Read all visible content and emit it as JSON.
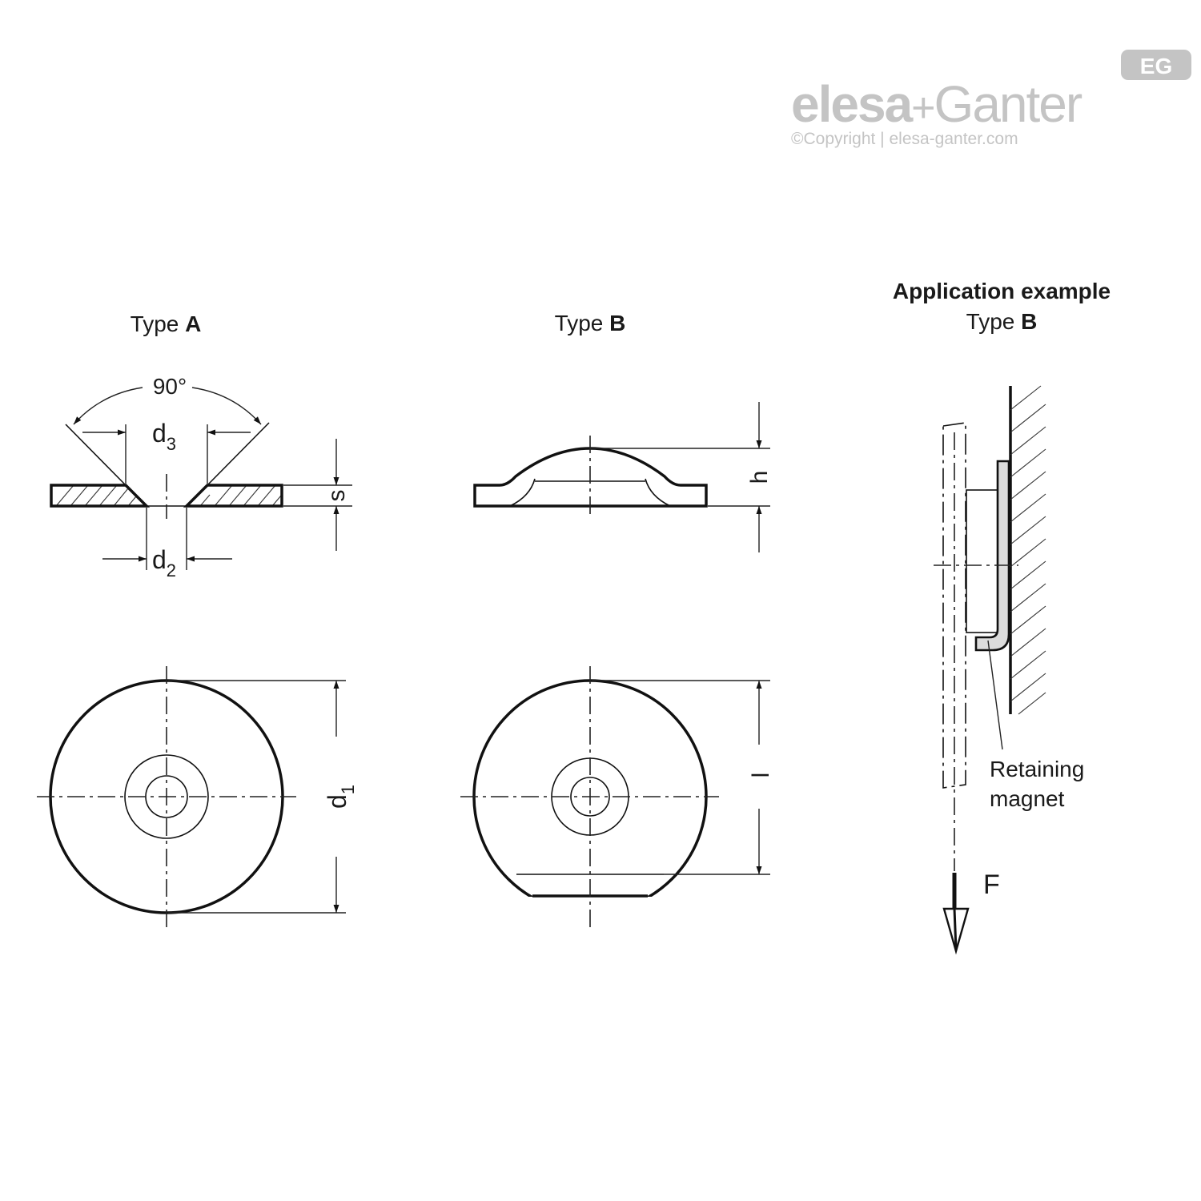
{
  "logo": {
    "badge": "EG",
    "brand_left": "elesa",
    "brand_plus": "+",
    "brand_right": "Ganter",
    "copyright": "©Copyright | elesa-ganter.com",
    "colors": {
      "logo_gray": "#c4c4c4"
    }
  },
  "views": {
    "type_a": {
      "prefix": "Type ",
      "letter": "A"
    },
    "type_b": {
      "prefix": "Type ",
      "letter": "B"
    },
    "application": {
      "title": "Application example",
      "prefix": "Type ",
      "letter": "B"
    }
  },
  "dimensions": {
    "angle": "90°",
    "d3": {
      "main": "d",
      "sub": "3"
    },
    "d2": {
      "main": "d",
      "sub": "2"
    },
    "d1": {
      "main": "d",
      "sub": "1"
    },
    "s": "s",
    "h": "h",
    "l": "l"
  },
  "application": {
    "magnet_label_line1": "Retaining",
    "magnet_label_line2": "magnet",
    "force_label": "F"
  }
}
